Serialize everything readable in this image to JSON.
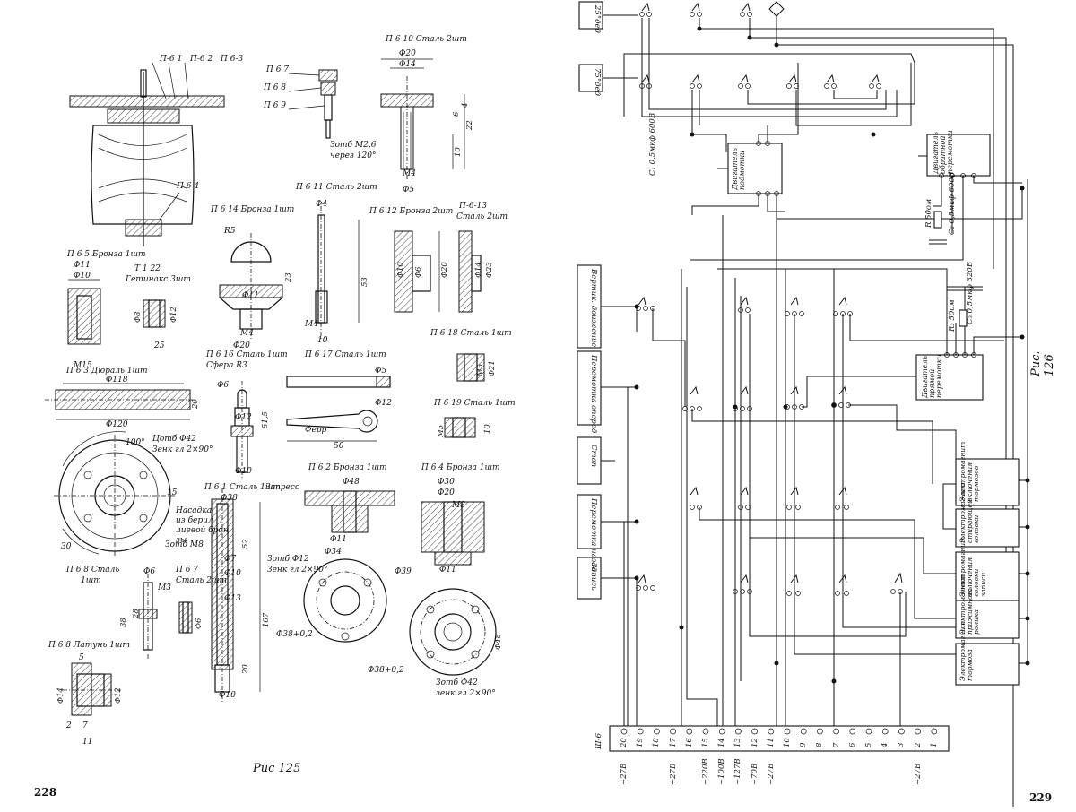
{
  "left": {
    "page_number": "228",
    "figure_caption": "Рис 125",
    "labels": {
      "p1": "П-6 1",
      "p2": "П-6 2",
      "p3": "П 6-3",
      "p4": "П 6 4",
      "p5": "П 6 5  Бронза 1шт",
      "p7": "П 6 7",
      "p8": "П 6 8",
      "p9": "П 6 9",
      "p10": "П-6 10  Сталь 2шт",
      "p10_d20": "Φ20",
      "p10_d14": "Φ14",
      "p10_d5": "Φ5",
      "p10_m4": "M4",
      "p10_note1": "Зотб M2,6",
      "p10_note2": "через 120°",
      "p10_22": "22",
      "p10_10": "10",
      "p10_6": "6",
      "p10_4": "4",
      "p11": "П 6 11  Сталь 2шт",
      "p11_d4": "Φ4",
      "p11_53": "53",
      "p11_m4": "M4",
      "p11_10": "10",
      "p12": "П 6 12 Бронза 2шт",
      "p12_d6": "Φ6",
      "p12_d10": "Φ10",
      "p12_d20": "Φ20",
      "p13a": "П-6-13",
      "p13b": "Сталь 2шт",
      "p13_d14": "Φ14",
      "p13_d23": "Φ23",
      "p14": "П 6 14  Бронза 1шт",
      "p14_r5": "R5",
      "p14_d11": "Φ11",
      "p14_m4": "M4",
      "p14_d20": "Φ20",
      "p14_23": "23",
      "p15_d11": "Φ11",
      "p15_d10": "Φ10",
      "p15_m15": "M15",
      "t122a": "Т 1 22",
      "t122b": "Гетинакс 3шт",
      "t122_d8": "Φ8",
      "t122_d12": "Φ12",
      "t122_25": "25",
      "p16a": "П 6 16  Сталь 1шт",
      "p16b": "Сфера R3",
      "p16_d6": "Φ6",
      "p16_d12": "Φ12",
      "p16_515": "51,5",
      "p16_d10": "Φ10",
      "p17": "П 6 17  Сталь 1шт",
      "p17_d5": "Φ5",
      "p17_d12": "Φ12",
      "p17_note": "Ферр",
      "p17_50": "50",
      "p18": "П 6 18 Сталь 1шт",
      "p18_m5": "M5",
      "p18_d21": "Φ21",
      "p19": "П 6 19  Сталь 1шт",
      "p19_m5": "M5",
      "p19_10": "10",
      "p3_title": "П 6 3  Дюраль 1шт",
      "p3_d118": "Φ118",
      "p3_d120": "Φ120",
      "p3_20": "20",
      "p3_note1": "Цотб Φ42",
      "p3_note2": "Зенк гл 2×90°",
      "p3_angle1": "100°",
      "p3_angle2": "30",
      "p3_angle3": "15",
      "p3_m8": "Зотб M8",
      "p3_30": "30",
      "p61a": "П 6 1  Сталь 1шт",
      "p61_zapress": "Запресс",
      "p61_d38": "Φ38",
      "p61_note1": "Насадка",
      "p61_note2": "из берил",
      "p61_note3": "лиевой брон",
      "p61_note4": "зы",
      "p61_d7": "Φ7",
      "p61_d10": "Φ10",
      "p61_d13": "Φ13",
      "p61_d10b": "Φ10",
      "p61_52": "52",
      "p61_167": "167",
      "p61_20": "20",
      "p6b_title": "П 6 2  Бронза 1шт",
      "p6b_d48": "Φ48",
      "p6b_d11": "Φ11",
      "p6b_d34": "Φ34",
      "p6b_d38": "Φ38+0,2",
      "p6b_note1": "Зотб Φ12",
      "p6b_note2": "Зенк гл 2×90°",
      "p64_title": "П 6 4  Бронза 1шт",
      "p64_d30": "Φ30",
      "p64_d20": "Φ20",
      "p64_m8": "M8",
      "p64_d11": "Φ11",
      "p64_d39": "Φ39",
      "p64_d48": "Φ48",
      "p64_d38": "Φ38+0,2",
      "p64_note1": "Зотб Φ42",
      "p64_note2": "зенк гл 2×90°",
      "p68_title1": "П 6 8  Сталь",
      "p68_title2": "1шт",
      "p68_d6": "Φ6",
      "p68_m3": "M3",
      "p68_28": "28",
      "p68_38": "38",
      "p67_title1": "П 6 7",
      "p67_title2": "Сталь 2шт",
      "p67_d6": "Φ6",
      "p68b_title": "П 6 8  Латунь 1шт",
      "p68b_d14": "Φ14",
      "p68b_d12": "Φ12",
      "p68b_7": "7",
      "p68b_11": "11",
      "p68b_5": "5",
      "p68b_2": "2"
    }
  },
  "right": {
    "page_number": "229",
    "figure_caption": "Рис. 126",
    "top_boxes": [
      "25°дед",
      "75°дед"
    ],
    "left_boxes": [
      "Вертик. движение",
      "Перемотка вперед",
      "Стоп",
      "Перемотка назад",
      "Запись"
    ],
    "right_boxes": [
      "Электромагнит включения тормозов",
      "Электромагнит стирающей головки",
      "Электромагнит включения головки записи",
      "Электромагнит прижимного ролика",
      "Электромагнит тормоза"
    ],
    "motors": [
      "Двигатель подмотки",
      "Двигатель обратной перемотки",
      "Двигатель прямой перемотки"
    ],
    "components": {
      "c1": "C₁ 0,5мкф 600В",
      "c2": "C₂ 0,5мкф 600В",
      "c3": "C₃ 0,5мкф 320В",
      "r1": "R 50ом",
      "r2": "R₂ 50ом"
    },
    "connector_name": "Ш-6",
    "pins": [
      "20",
      "19",
      "18",
      "17",
      "16",
      "15",
      "14",
      "13",
      "12",
      "11",
      "10",
      "9",
      "8",
      "7",
      "6",
      "5",
      "4",
      "3",
      "2",
      "1"
    ],
    "pin_labels": {
      "20": "+27В",
      "17": "+27В",
      "15": "~220В",
      "14": "~100В",
      "13": "~127В",
      "12": "~70В",
      "11": "~27В",
      "2": "+27В"
    }
  }
}
